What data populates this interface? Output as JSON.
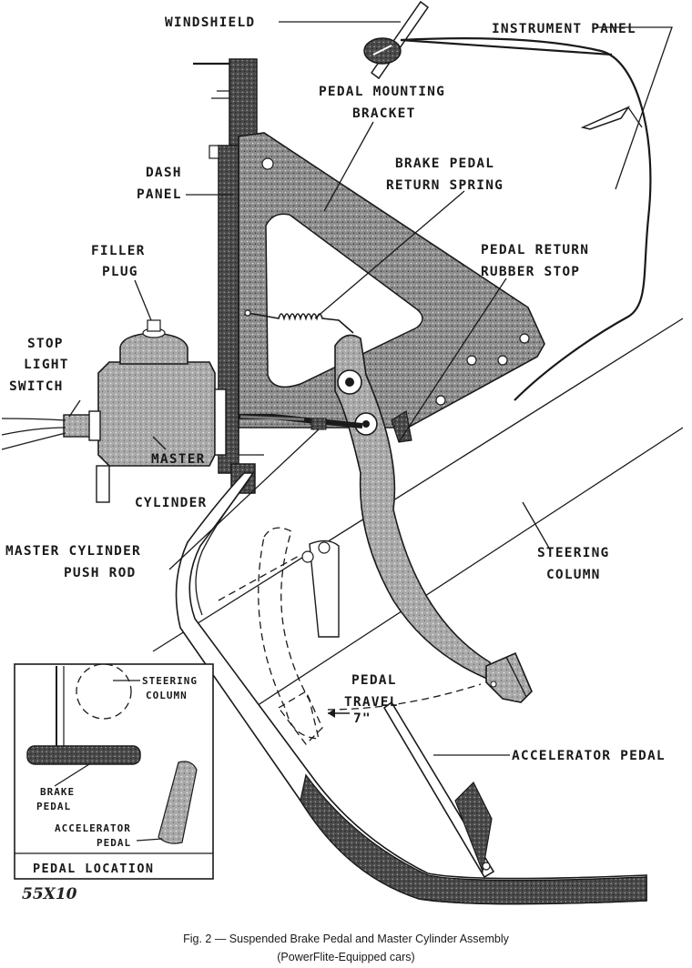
{
  "labels": {
    "windshield": "WINDSHIELD",
    "instrument_panel": "INSTRUMENT PANEL",
    "pedal_mounting_bracket": [
      "PEDAL MOUNTING",
      "BRACKET"
    ],
    "dash_panel": [
      "DASH",
      "PANEL"
    ],
    "brake_pedal_return_spring": [
      "BRAKE PEDAL",
      "RETURN SPRING"
    ],
    "filler_plug": [
      "FILLER",
      "PLUG"
    ],
    "pedal_return_rubber_stop": [
      "PEDAL RETURN",
      "RUBBER STOP"
    ],
    "stop_light_switch": [
      "STOP",
      "LIGHT",
      "SWITCH"
    ],
    "master_cylinder": [
      "MASTER",
      "CYLINDER"
    ],
    "master_cylinder_push_rod": [
      "MASTER CYLINDER",
      "PUSH ROD"
    ],
    "steering_column": [
      "STEERING",
      "COLUMN"
    ],
    "pedal_travel": [
      "PEDAL",
      "TRAVEL"
    ],
    "travel_value": "7\"",
    "accelerator_pedal": "ACCELERATOR PEDAL"
  },
  "inset": {
    "steering_column": [
      "STEERING",
      "COLUMN"
    ],
    "brake_pedal": [
      "BRAKE",
      "PEDAL"
    ],
    "accelerator_pedal": [
      "ACCELERATOR",
      "PEDAL"
    ],
    "title": "PEDAL LOCATION"
  },
  "figure_code": "55X10",
  "caption": {
    "line1": "Fig. 2 — Suspended Brake Pedal and Master Cylinder Assembly",
    "line2": "(PowerFlite-Equipped cars)"
  }
}
